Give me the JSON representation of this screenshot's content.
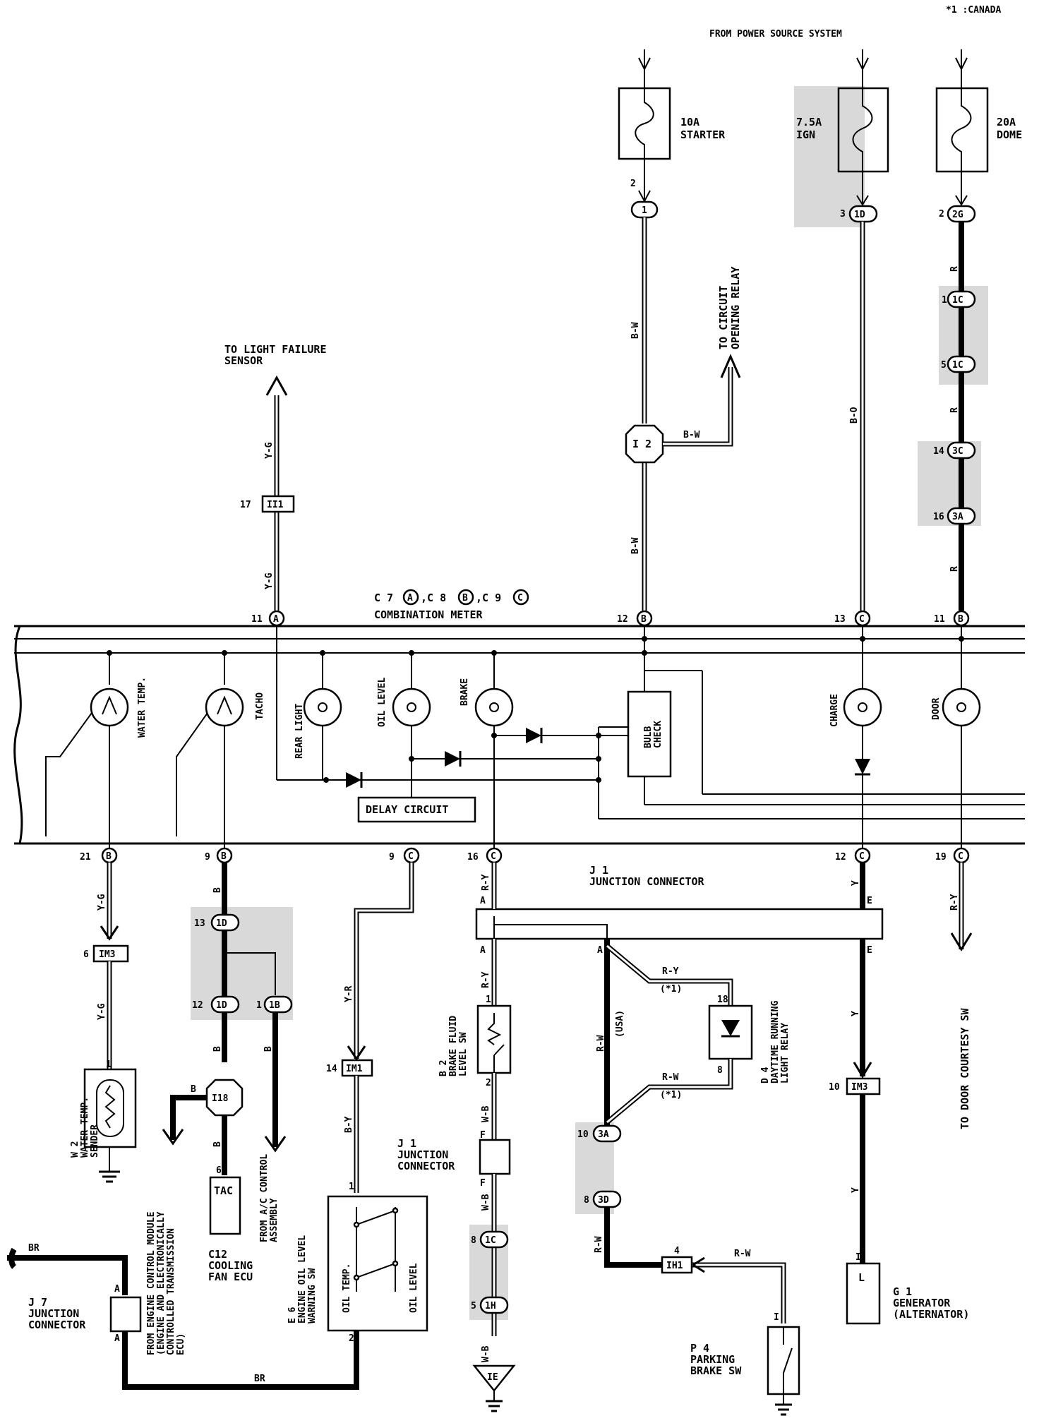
{
  "header": {
    "note": "*1 :CANADA",
    "power_source": "FROM POWER SOURCE SYSTEM"
  },
  "fuses": [
    {
      "amp": "10A",
      "name": "STARTER"
    },
    {
      "amp": "7.5A",
      "name": "IGN"
    },
    {
      "amp": "20A",
      "name": "DOME"
    }
  ],
  "connectors": {
    "c1": "1",
    "c1d": "1D",
    "c2g": "2G",
    "c1c": "1C",
    "c3c": "3C",
    "c3a": "3A",
    "i2": "I 2",
    "ii1": "II1",
    "a": "A",
    "b": "B",
    "c": "C",
    "im3": "IM3",
    "ib": "1B",
    "i18": "I18",
    "im1": "IM1",
    "ih1": "IH1",
    "ie": "IE",
    "c1h": "1H",
    "c3d": "3D",
    "c1d_b": "1D"
  },
  "pins": {
    "p2": "2",
    "p3": "3",
    "p1": "1",
    "p5": "5",
    "p14": "14",
    "p16": "16",
    "p17": "17",
    "p11": "11",
    "p12": "12",
    "p13": "13",
    "p21": "21",
    "p9": "9",
    "p6": "6",
    "p10": "10",
    "p18": "18",
    "p8": "8",
    "p4": "4",
    "p19": "19",
    "pA": "A",
    "pE": "E",
    "pF": "F",
    "pL": "L",
    "pI": "I"
  },
  "wires": {
    "bw": "B-W",
    "bo": "B-O",
    "r": "R",
    "yg": "Y-G",
    "b": "B",
    "yr": "Y-R",
    "ry": "R-Y",
    "rw": "R-W",
    "wb": "W-B",
    "by": "B-Y",
    "y": "Y",
    "br": "BR"
  },
  "labels": {
    "to_light_failure": [
      "TO LIGHT FAILURE",
      "SENSOR"
    ],
    "to_circuit_opening": [
      "TO CIRCUIT",
      "OPENING RELAY"
    ],
    "meter_conn": "C 7 A ,C 8 B ,C 9 C",
    "meter_conn_parts": [
      "C 7",
      ",C 8",
      ",C 9"
    ],
    "combination_meter": "COMBINATION METER",
    "water_temp": "WATER TEMP.",
    "tacho": "TACHO",
    "rear_light": "REAR LIGHT",
    "oil_level": "OIL LEVEL",
    "brake": "BRAKE",
    "bulb_check": [
      "BULB",
      "CHECK"
    ],
    "charge": "CHARGE",
    "door": "DOOR",
    "delay_circuit": "DELAY CIRCUIT",
    "j1_top": [
      "J 1",
      "JUNCTION CONNECTOR"
    ],
    "w2": [
      "W 2",
      "WATER TEMP.",
      "SENDER"
    ],
    "from_ecm": [
      "FROM ENGINE CONTROL MODULE",
      "(ENGINE AND ELECTRONICALLY",
      "CONTROLLED TRANSMISSION",
      "ECU)"
    ],
    "tac": "TAC",
    "c12": [
      "C12",
      "COOLING",
      "FAN ECU"
    ],
    "from_ac": [
      "FROM A/C CONTROL",
      "ASSEMBLY"
    ],
    "e6": [
      "E 6",
      "ENGINE OIL LEVEL",
      "WARNING SW"
    ],
    "oil_temp": "OIL TEMP.",
    "oil_level_sw": "OIL LEVEL",
    "b2": [
      "B 2",
      "BRAKE FLUID",
      "LEVEL SW"
    ],
    "j1_mid": [
      "J 1",
      "JUNCTION",
      "CONNECTOR"
    ],
    "usa": "(USA)",
    "star1": "(*1)",
    "d4": [
      "D 4",
      "DAYTIME RUNNING",
      "LIGHT RELAY"
    ],
    "to_door": "TO DOOR COURTESY SW",
    "g1": [
      "G 1",
      "GENERATOR",
      "(ALTERNATOR)"
    ],
    "j7": [
      "J 7",
      "JUNCTION",
      "CONNECTOR"
    ],
    "p4": [
      "P 4",
      "PARKING",
      "BRAKE SW"
    ]
  }
}
